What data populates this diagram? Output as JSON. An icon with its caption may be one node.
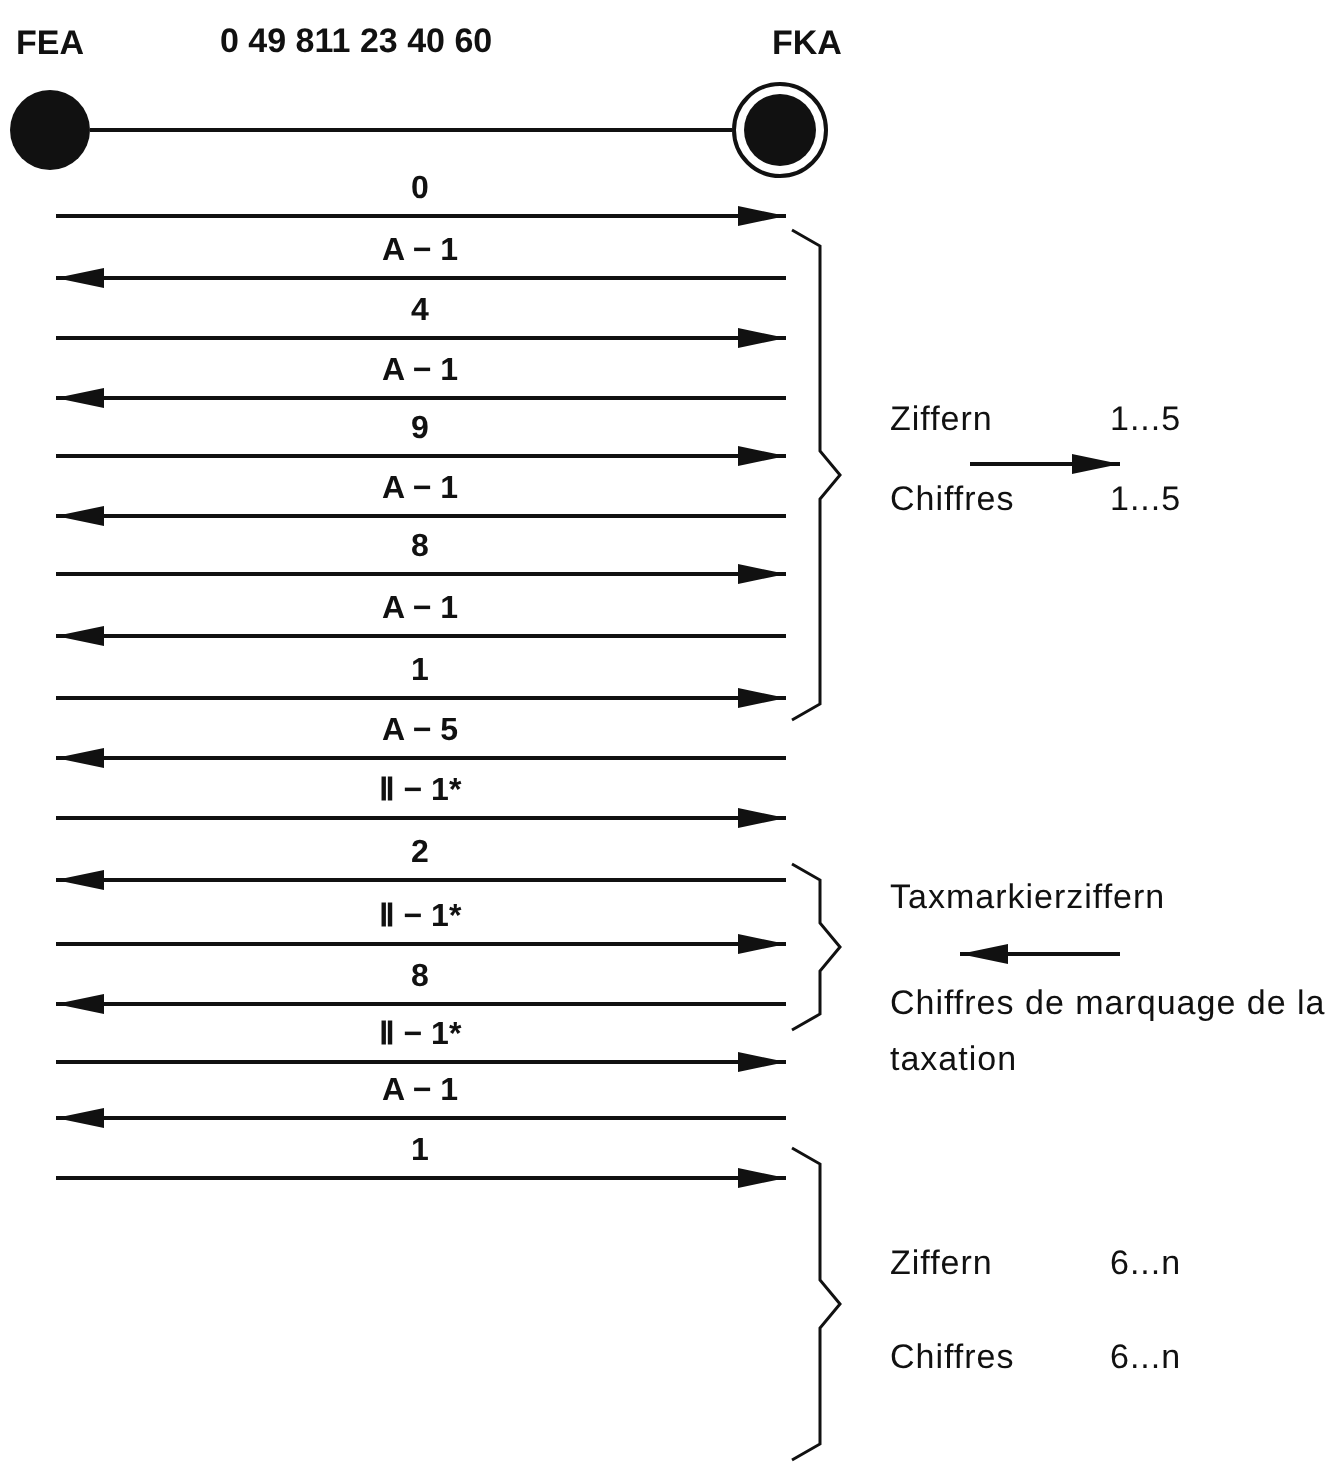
{
  "diagram": {
    "nodes": [
      {
        "text": [
          "FEA"
        ]
      },
      {
        "text": [
          "FKA"
        ]
      }
    ],
    "edges": [
      {
        "from": 0,
        "to": 1,
        "arrow": "none"
      }
    ],
    "labels": [
      "0 49 811 23 40 60",
      "0",
      "A − 1",
      "4",
      "A − 1",
      "9",
      "A − 1",
      "8",
      "A − 1",
      "1",
      "A − 5",
      "Ⅱ − 1*",
      "2",
      "Ⅱ − 1*",
      "8",
      "Ⅱ − 1*",
      "A − 1",
      "1",
      "Ziffern",
      "1...5",
      "Chiffres",
      "1...5",
      "Taxmarkierziffern",
      "Chiffres de marquage de la taxation",
      "Ziffern",
      "6...n",
      "Chiffres",
      "6...n"
    ]
  }
}
